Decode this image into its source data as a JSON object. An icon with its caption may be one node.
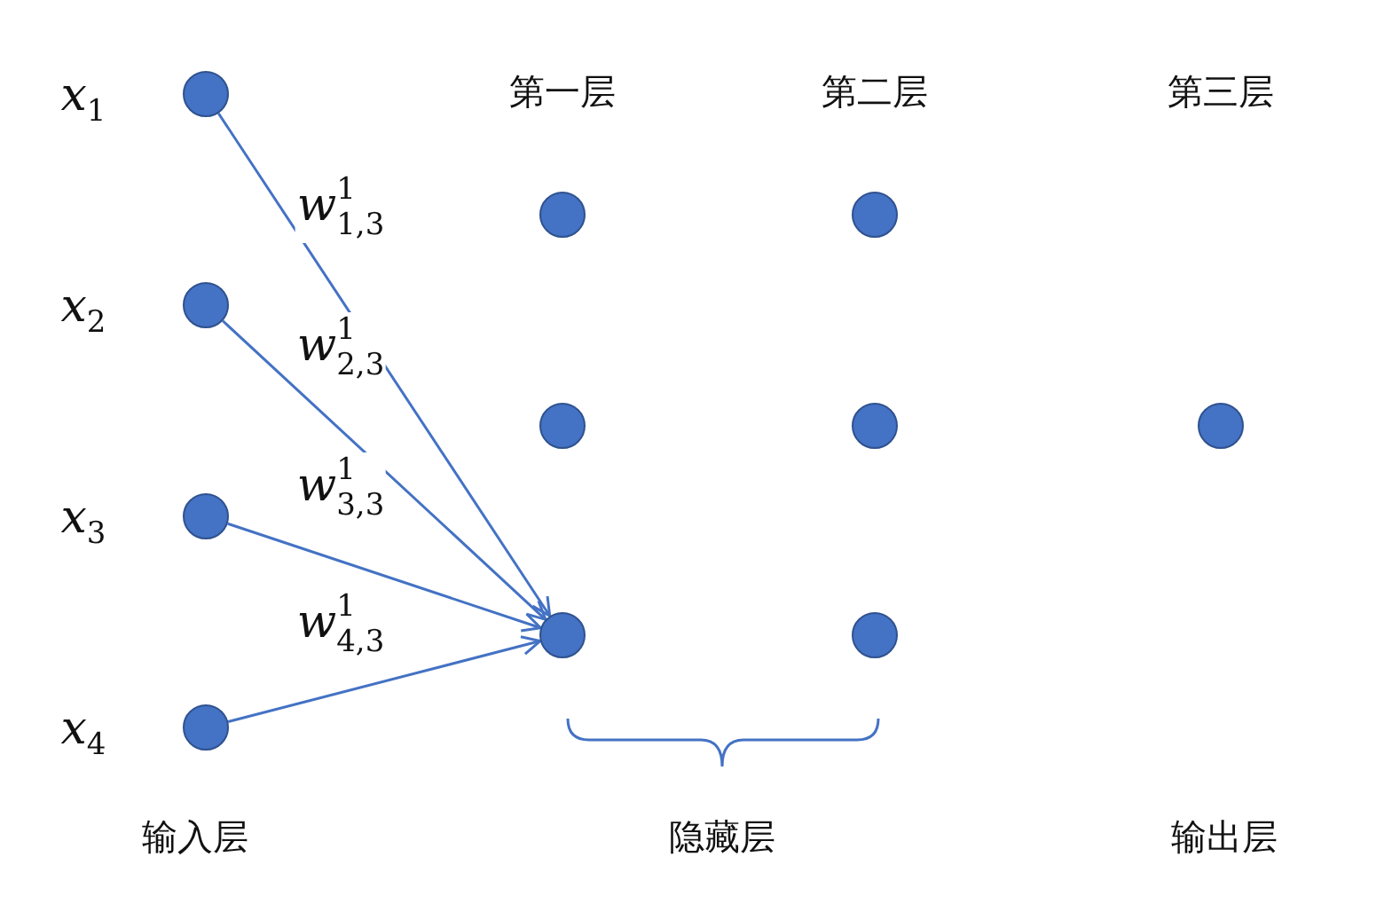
{
  "diagram": {
    "nodes": [
      {
        "text": [],
        "shape": "circle",
        "beside": [
          "*x*$_{1}$"
        ]
      },
      {
        "text": [],
        "shape": "circle",
        "beside": [
          "*x*$_{2}$"
        ]
      },
      {
        "text": [],
        "shape": "circle",
        "beside": [
          "*x*$_{3}$"
        ]
      },
      {
        "text": [],
        "shape": "circle",
        "beside": [
          "*x*$_{4}$"
        ]
      },
      {
        "text": [],
        "shape": "circle"
      },
      {
        "text": [],
        "shape": "circle"
      },
      {
        "text": [],
        "shape": "circle"
      },
      {
        "text": [],
        "shape": "circle"
      },
      {
        "text": [],
        "shape": "circle"
      },
      {
        "text": [],
        "shape": "circle"
      },
      {
        "text": [],
        "shape": "circle"
      }
    ],
    "edges": [
      {
        "from": 0,
        "to": 6,
        "arrow": "to",
        "label": "*w*$^{1}$$_{1,3}$"
      },
      {
        "from": 1,
        "to": 6,
        "arrow": "to",
        "label": "*w*$^{1}$$_{2,3}$"
      },
      {
        "from": 2,
        "to": 6,
        "arrow": "to",
        "label": "*w*$^{1}$$_{3,3}$"
      },
      {
        "from": 3,
        "to": 6,
        "arrow": "to",
        "label": "*w*$^{1}$$_{4,3}$"
      }
    ],
    "labels": [
      "第一层",
      "第二层",
      "第三层",
      "输入层",
      "隐藏层",
      "输出层"
    ]
  }
}
